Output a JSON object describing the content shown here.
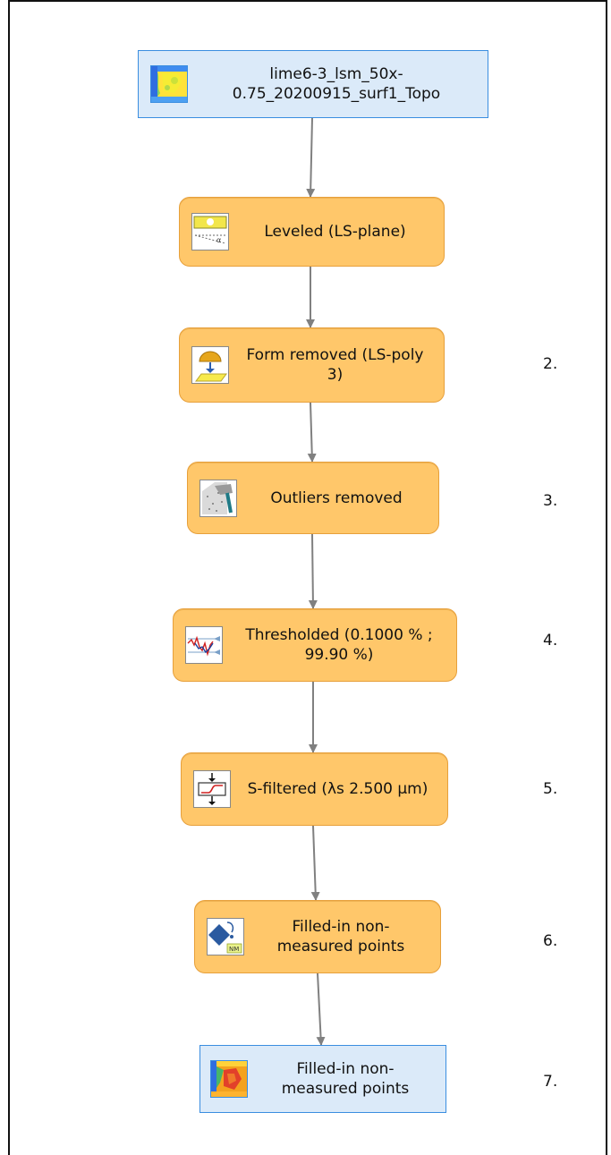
{
  "colors": {
    "data_fill": "#dbeaf9",
    "data_border": "#3a8ee0",
    "op_fill": "#ffc76a",
    "op_border": "#e7a03b",
    "connector": "#808080"
  },
  "nodes": [
    {
      "kind": "data",
      "icon": "topo-map-icon",
      "label": "lime6-3_lsm_50x-0.75_20200915_surf1_Topo",
      "step": ""
    },
    {
      "kind": "op",
      "icon": "leveling-icon",
      "label": "Leveled (LS-plane)",
      "step": ""
    },
    {
      "kind": "op",
      "icon": "form-removal-icon",
      "label": "Form removed (LS-poly 3)",
      "step": "2."
    },
    {
      "kind": "op",
      "icon": "outlier-removal-icon",
      "label": "Outliers removed",
      "step": "3."
    },
    {
      "kind": "op",
      "icon": "threshold-icon",
      "label": "Thresholded (0.1000 % ; 99.90 %)",
      "step": "4."
    },
    {
      "kind": "op",
      "icon": "s-filter-icon",
      "label": "S-filtered (λs 2.500 µm)",
      "step": "5."
    },
    {
      "kind": "op",
      "icon": "fill-nm-points-icon",
      "label": "Filled-in non-measured points",
      "step": "6."
    },
    {
      "kind": "data",
      "icon": "topo-map-filled-icon",
      "label": "Filled-in non-measured points",
      "step": "7."
    }
  ]
}
